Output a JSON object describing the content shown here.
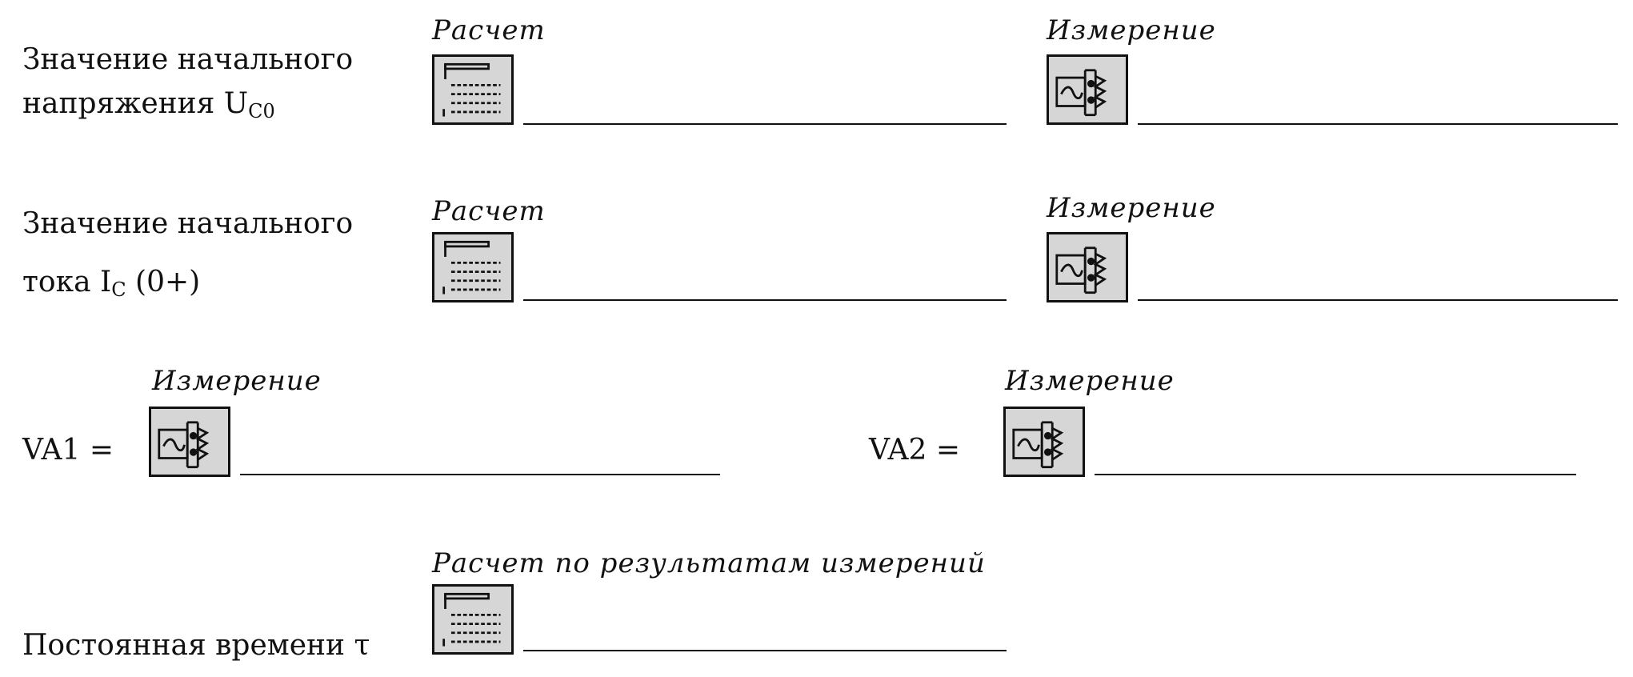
{
  "rows": {
    "uc0": {
      "label_l1": "Значение начального",
      "label_l2_main": "напряжения U",
      "label_l2_sub": "C0",
      "caption_calc": "Расчет",
      "caption_meas": "Измерение"
    },
    "ic0": {
      "label_l1": "Значение начального",
      "label_l2_main": "тока I",
      "label_l2_sub": "C",
      "label_l2_tail": " (0+)",
      "caption_calc": "Расчет",
      "caption_meas": "Измерение"
    },
    "va": {
      "va1_label": "VA1 =",
      "va1_caption": "Измерение",
      "va2_label": "VA2 =",
      "va2_caption": "Измерение"
    },
    "tau": {
      "label": "Постоянная времени τ",
      "caption": "Расчет по результатам измерений"
    }
  },
  "icons": {
    "calculator": "calculator-icon",
    "multimeter": "multimeter-icon"
  },
  "colors": {
    "ink": "#111111",
    "icon_fill": "#d6d6d6"
  }
}
